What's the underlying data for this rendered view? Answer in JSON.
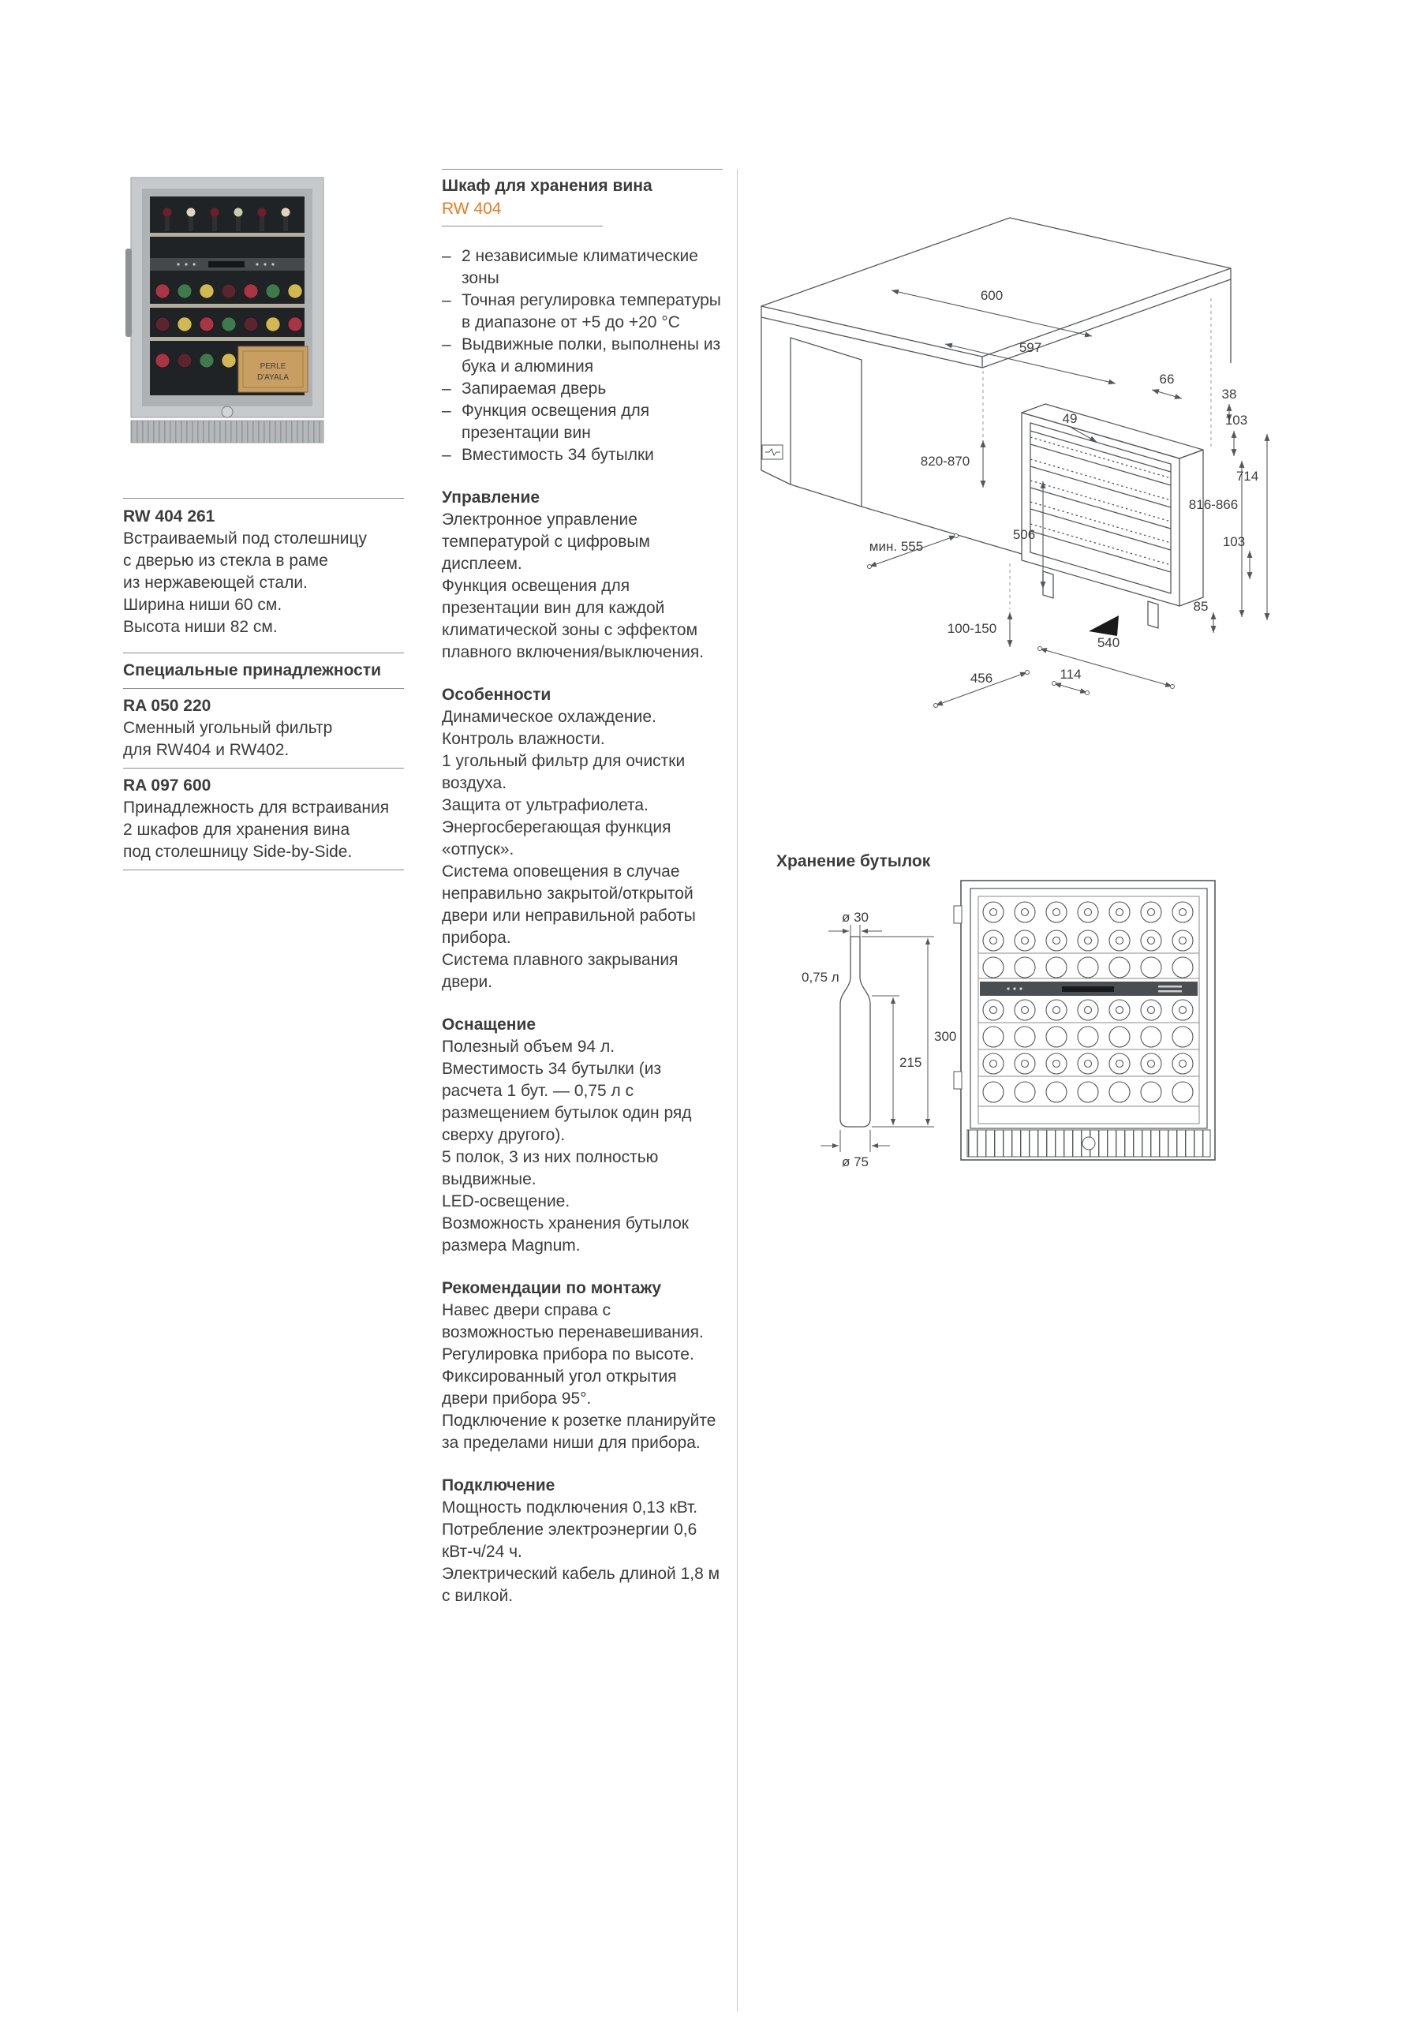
{
  "left": {
    "crate": [
      "PERLE",
      "D'AYALA"
    ],
    "product": {
      "code": "RW 404 261",
      "lines": [
        "Встраиваемый под столешницу",
        "с дверью из стекла в раме",
        "из нержавеющей стали.",
        "Ширина ниши 60 см.",
        "Высота ниши 82 см."
      ]
    },
    "accessories": {
      "title": "Специальные принадлежности",
      "items": [
        {
          "code": "RA 050 220",
          "lines": [
            "Сменный угольный фильтр",
            "для RW404 и RW402."
          ]
        },
        {
          "code": "RA 097 600",
          "lines": [
            "Принадлежность для встраивания",
            "2 шкафов для хранения вина",
            "под столешницу Side-by-Side."
          ]
        }
      ]
    }
  },
  "middle": {
    "bullet": "–",
    "header": {
      "title": "Шкаф для хранения вина",
      "model": "RW 404"
    },
    "features": [
      "2 независимые климатические зоны",
      "Точная регулировка температуры в диапазоне от +5 до +20 °C",
      "Выдвижные полки, выполнены из бука и алюминия",
      "Запираемая дверь",
      "Функция освещения для презентации вин",
      "Вместимость 34 бутылки"
    ],
    "sections": [
      {
        "title": "Управление",
        "lines": [
          "Электронное управление температурой с цифровым дисплеем.",
          "Функция освещения для презентации вин для каждой климатической зоны с эффектом плавного включения/выключения."
        ]
      },
      {
        "title": "Особенности",
        "lines": [
          "Динамическое охлаждение.",
          "Контроль влажности.",
          "1 угольный фильтр для очистки воздуха.",
          "Защита от ультрафиолета.",
          "Энергосберегающая функция «отпуск».",
          "Система оповещения в случае неправильно закрытой/открытой двери или неправильной работы прибора.",
          "Система плавного закрывания двери."
        ]
      },
      {
        "title": "Оснащение",
        "lines": [
          "Полезный объем 94 л.",
          "Вместимость 34 бутылки (из расчета 1 бут. — 0,75 л с размещением бутылок один ряд сверху другого).",
          "5 полок, 3 из них полностью выдвижные.",
          "LED-освещение.",
          "Возможность хранения бутылок размера Magnum."
        ]
      },
      {
        "title": "Рекомендации по монтажу",
        "lines": [
          "Навес двери справа с возможностью перенавешивания.",
          "Регулировка прибора по высоте.",
          "Фиксированный угол открытия двери прибора 95°.",
          "Подключение к розетке планируйте за пределами ниши для прибора."
        ]
      },
      {
        "title": "Подключение",
        "lines": [
          "Мощность подключения 0,13 кВт.",
          "Потребление электроэнергии 0,6 кВт-ч/24 ч.",
          "Электрический кабель длиной 1,8 м с вилкой."
        ]
      }
    ]
  },
  "right": {
    "diagram1": {
      "d600": "600",
      "d597": "597",
      "d66": "66",
      "d38": "38",
      "d49": "49",
      "d103_top": "103",
      "d714": "714",
      "d820_870": "820-870",
      "d816_866": "816-866",
      "d506": "506",
      "d103_bottom": "103",
      "dmin555": "мин. 555",
      "d85": "85",
      "d100_150": "100-150",
      "d540": "540",
      "d114": "114",
      "d456": "456"
    },
    "storage": {
      "title": "Хранение бутылок",
      "dia30": "ø 30",
      "volume": "0,75 л",
      "h215": "215",
      "h300": "300",
      "dia75": "ø 75"
    }
  }
}
